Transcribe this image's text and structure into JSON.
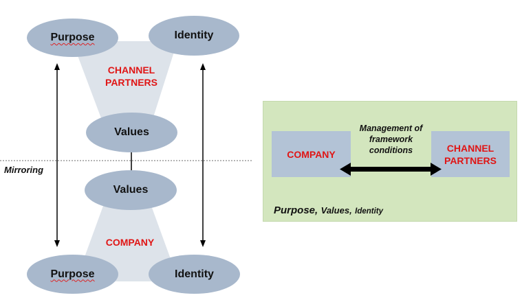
{
  "left_diagram": {
    "top": {
      "purpose": "Purpose",
      "identity": "Identity",
      "partner_label": "CHANNEL PARTNERS",
      "values": "Values"
    },
    "bottom": {
      "values": "Values",
      "company_label": "COMPANY",
      "purpose": "Purpose",
      "identity": "Identity"
    },
    "mirroring_label": "Mirroring"
  },
  "right_diagram": {
    "company": "COMPANY",
    "channel_partners": "CHANNEL PARTNERS",
    "management_label": "Management of framework conditions",
    "footer": {
      "purpose": "Purpose,",
      "values": "Values,",
      "identity": "Identity"
    }
  },
  "colors": {
    "ellipse": "#a8b8cc",
    "funnel": "#dde3ea",
    "box": "#b3c3d6",
    "panel": "#d3e6be",
    "panel_border": "#c4d9ad",
    "accent_red": "#e01515"
  }
}
